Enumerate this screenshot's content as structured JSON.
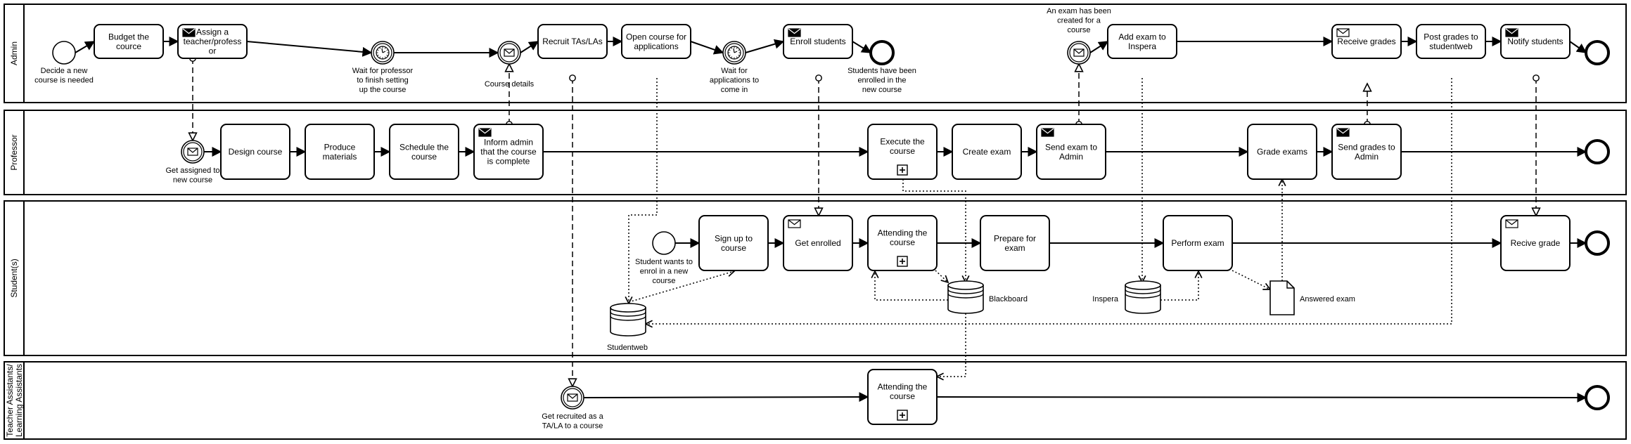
{
  "lanes": [
    {
      "id": "admin",
      "label": "Admin"
    },
    {
      "id": "professor",
      "label": "Professor"
    },
    {
      "id": "students",
      "label": "Student(s)"
    },
    {
      "id": "tala",
      "label": "Teacher Assistants/ Learning Assistants"
    }
  ],
  "tasks": [
    {
      "id": "budget",
      "label": "Budget the cource"
    },
    {
      "id": "assign",
      "label": "Assign a teacher/profess or",
      "icon": "envelope-icon"
    },
    {
      "id": "recruit",
      "label": "Recruit TAs/LAs"
    },
    {
      "id": "open",
      "label": "Open course for applications"
    },
    {
      "id": "enroll",
      "label": "Enroll students",
      "icon": "envelope-icon"
    },
    {
      "id": "addexam",
      "label": "Add exam to Inspera"
    },
    {
      "id": "recvgrades",
      "label": "Receive grades",
      "icon": "envelope-outline-icon"
    },
    {
      "id": "postgrades",
      "label": "Post grades to studentweb"
    },
    {
      "id": "notify",
      "label": "Notify students",
      "icon": "envelope-icon"
    },
    {
      "id": "design",
      "label": "Design course"
    },
    {
      "id": "produce",
      "label": "Produce materials"
    },
    {
      "id": "schedule",
      "label": "Schedule the course"
    },
    {
      "id": "inform",
      "label": "Inform admin that the course is complete",
      "icon": "envelope-icon"
    },
    {
      "id": "execute",
      "label": "Execute the course",
      "subprocess": true
    },
    {
      "id": "createexam",
      "label": "Create exam"
    },
    {
      "id": "sendexam",
      "label": "Send exam to Admin",
      "icon": "envelope-icon"
    },
    {
      "id": "gradeexams",
      "label": "Grade exams"
    },
    {
      "id": "sendgrades",
      "label": "Send grades to Admin",
      "icon": "envelope-icon"
    },
    {
      "id": "signup",
      "label": "Sign up to course"
    },
    {
      "id": "getenrolled",
      "label": "Get enrolled",
      "icon": "envelope-outline-icon"
    },
    {
      "id": "attending_s",
      "label": "Attending the course",
      "subprocess": true
    },
    {
      "id": "prepare",
      "label": "Prepare for exam"
    },
    {
      "id": "perform",
      "label": "Perform exam"
    },
    {
      "id": "recive",
      "label": "Recive grade",
      "icon": "envelope-outline-icon"
    },
    {
      "id": "attending_t",
      "label": "Attending the course",
      "subprocess": true
    }
  ],
  "events": [
    {
      "id": "start_admin",
      "label": "Decide a new course is needed"
    },
    {
      "id": "timer1",
      "label": "Wait for professor to finish setting up the course"
    },
    {
      "id": "msg_course",
      "label": "Course details"
    },
    {
      "id": "timer2",
      "label": "Wait for applications to come in"
    },
    {
      "id": "end_enrolled",
      "label": "Students have been enrolled in the new course"
    },
    {
      "id": "msg_exam",
      "label": "An exam has been created for a course"
    },
    {
      "id": "end_admin",
      "label": ""
    },
    {
      "id": "msg_assigned",
      "label": "Get assigned to new course"
    },
    {
      "id": "end_prof",
      "label": ""
    },
    {
      "id": "start_student",
      "label": "Student wants to enrol in a new course"
    },
    {
      "id": "end_student",
      "label": ""
    },
    {
      "id": "msg_recruited",
      "label": "Get recruited as a TA/LA to a course"
    },
    {
      "id": "end_tala",
      "label": ""
    }
  ],
  "data_stores": [
    {
      "id": "studentweb",
      "label": "Studentweb"
    },
    {
      "id": "blackboard",
      "label": "Blackboard"
    },
    {
      "id": "inspera",
      "label": "Inspera"
    }
  ],
  "data_objects": [
    {
      "id": "answered",
      "label": "Answered exam"
    }
  ]
}
